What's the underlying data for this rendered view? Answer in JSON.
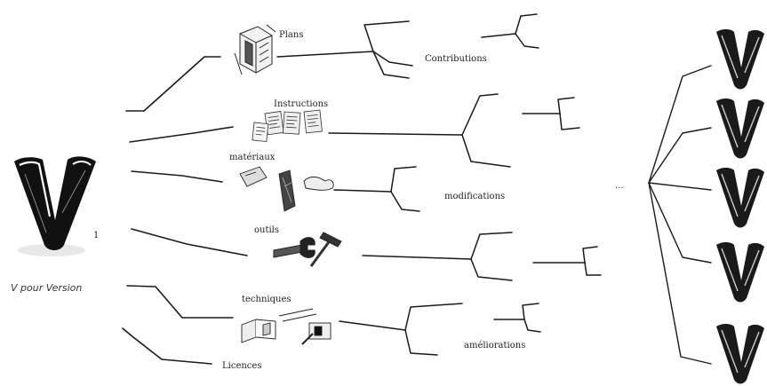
{
  "root": {
    "version_number": "1",
    "caption": "V pour Version"
  },
  "branches": [
    {
      "label": "Plans"
    },
    {
      "label": "Instructions"
    },
    {
      "label": "matériaux"
    },
    {
      "label": "outils"
    },
    {
      "label": "techniques"
    },
    {
      "label": "Licences"
    }
  ],
  "derivations": {
    "contributions": "Contributions",
    "modifications": "modifications",
    "ameliorations": "améliorations"
  },
  "ellipsis": "...",
  "icons": [
    "blueprint-drawing-icon",
    "instruction-sheets-icon",
    "material-samples-icon",
    "wrench-hammer-icon",
    "building-blocks-icon",
    "v-logo-icon"
  ],
  "output_versions_count": 5
}
